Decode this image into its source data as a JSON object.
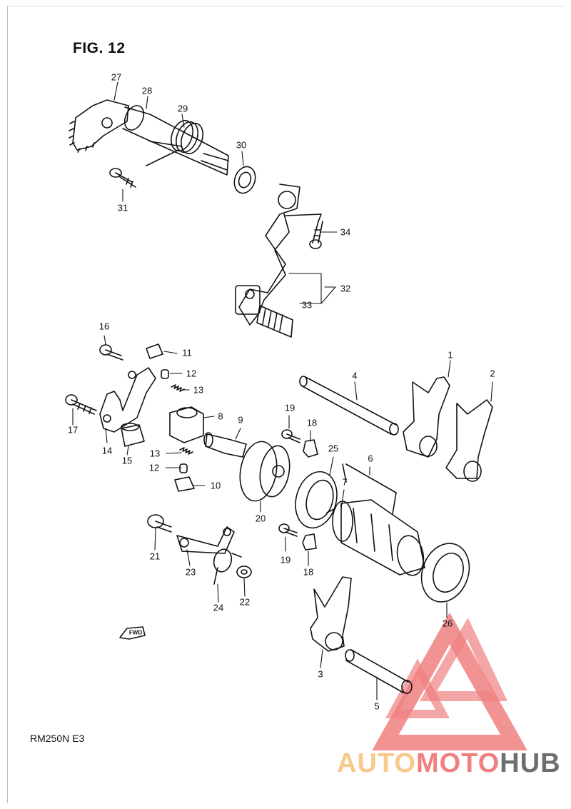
{
  "figure_title": "FIG. 12",
  "model_code": "RM250N E3",
  "fwd_label": "FWD",
  "logo": {
    "part1": "AUTO",
    "part2": "MOTO",
    "part3": "HUB"
  },
  "colors": {
    "line": "#111111",
    "logo_red": "#f08080",
    "logo_orange": "#f7c98a",
    "logo_gray": "#6e6e6e"
  },
  "callouts": [
    "27",
    "28",
    "29",
    "30",
    "31",
    "34",
    "32",
    "33",
    "16",
    "11",
    "12",
    "13",
    "8",
    "17",
    "14",
    "15",
    "13",
    "12",
    "10",
    "9",
    "19",
    "18",
    "25",
    "4",
    "1",
    "2",
    "6",
    "7",
    "20",
    "21",
    "23",
    "24",
    "22",
    "19",
    "18",
    "26",
    "3",
    "5"
  ]
}
